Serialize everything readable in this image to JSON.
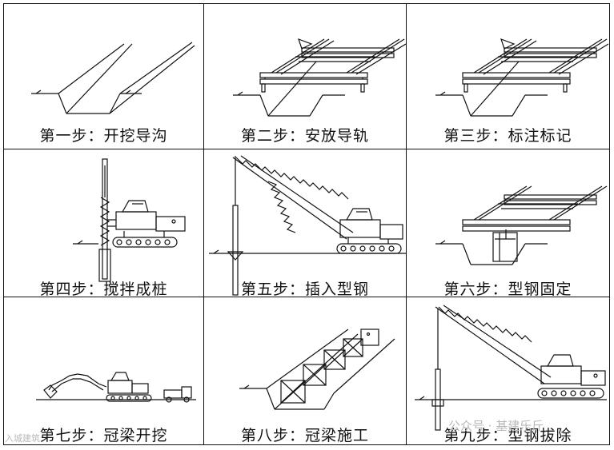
{
  "steps": [
    {
      "caption": "第一步：开挖导沟"
    },
    {
      "caption": "第二步：安放导轨"
    },
    {
      "caption": "第三步：标注标记"
    },
    {
      "caption": "第四步：搅拌成桩"
    },
    {
      "caption": "第五步：插入型钢"
    },
    {
      "caption": "第六步：型钢固定"
    },
    {
      "caption": "第七步：冠梁开挖"
    },
    {
      "caption": "第八步：冠梁施工"
    },
    {
      "caption": "第九步：型钢拔除"
    }
  ],
  "watermark": {
    "left_text": "入城建筑",
    "right_text": "公众号 · 基建乐斤"
  },
  "colors": {
    "line": "#111111",
    "watermark": "#b9b9b9"
  }
}
